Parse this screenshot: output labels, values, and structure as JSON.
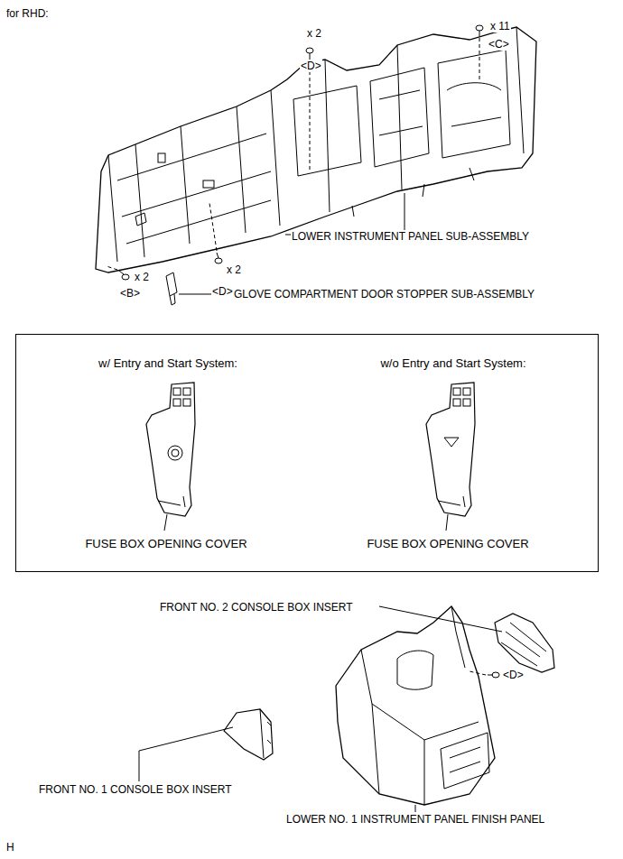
{
  "diagram": {
    "nodes": [
      {
        "text": [
          "w/ Entry and Start System:",
          "FUSE BOX OPENING COVER",
          "w/o Entry and Start System:",
          "FUSE BOX OPENING COVER"
        ]
      }
    ],
    "labels": [
      "for RHD:",
      "x 11",
      "<C>",
      "x 2",
      "<D>",
      "LOWER INSTRUMENT PANEL SUB-ASSEMBLY",
      "x 2",
      "<D>",
      "x 2",
      "<B>",
      "GLOVE COMPARTMENT DOOR STOPPER SUB-ASSEMBLY",
      "FRONT NO. 2 CONSOLE BOX INSERT",
      "<D>",
      "FRONT NO. 1 CONSOLE BOX INSERT",
      "LOWER NO. 1 INSTRUMENT PANEL FINISH PANEL",
      "H"
    ]
  }
}
